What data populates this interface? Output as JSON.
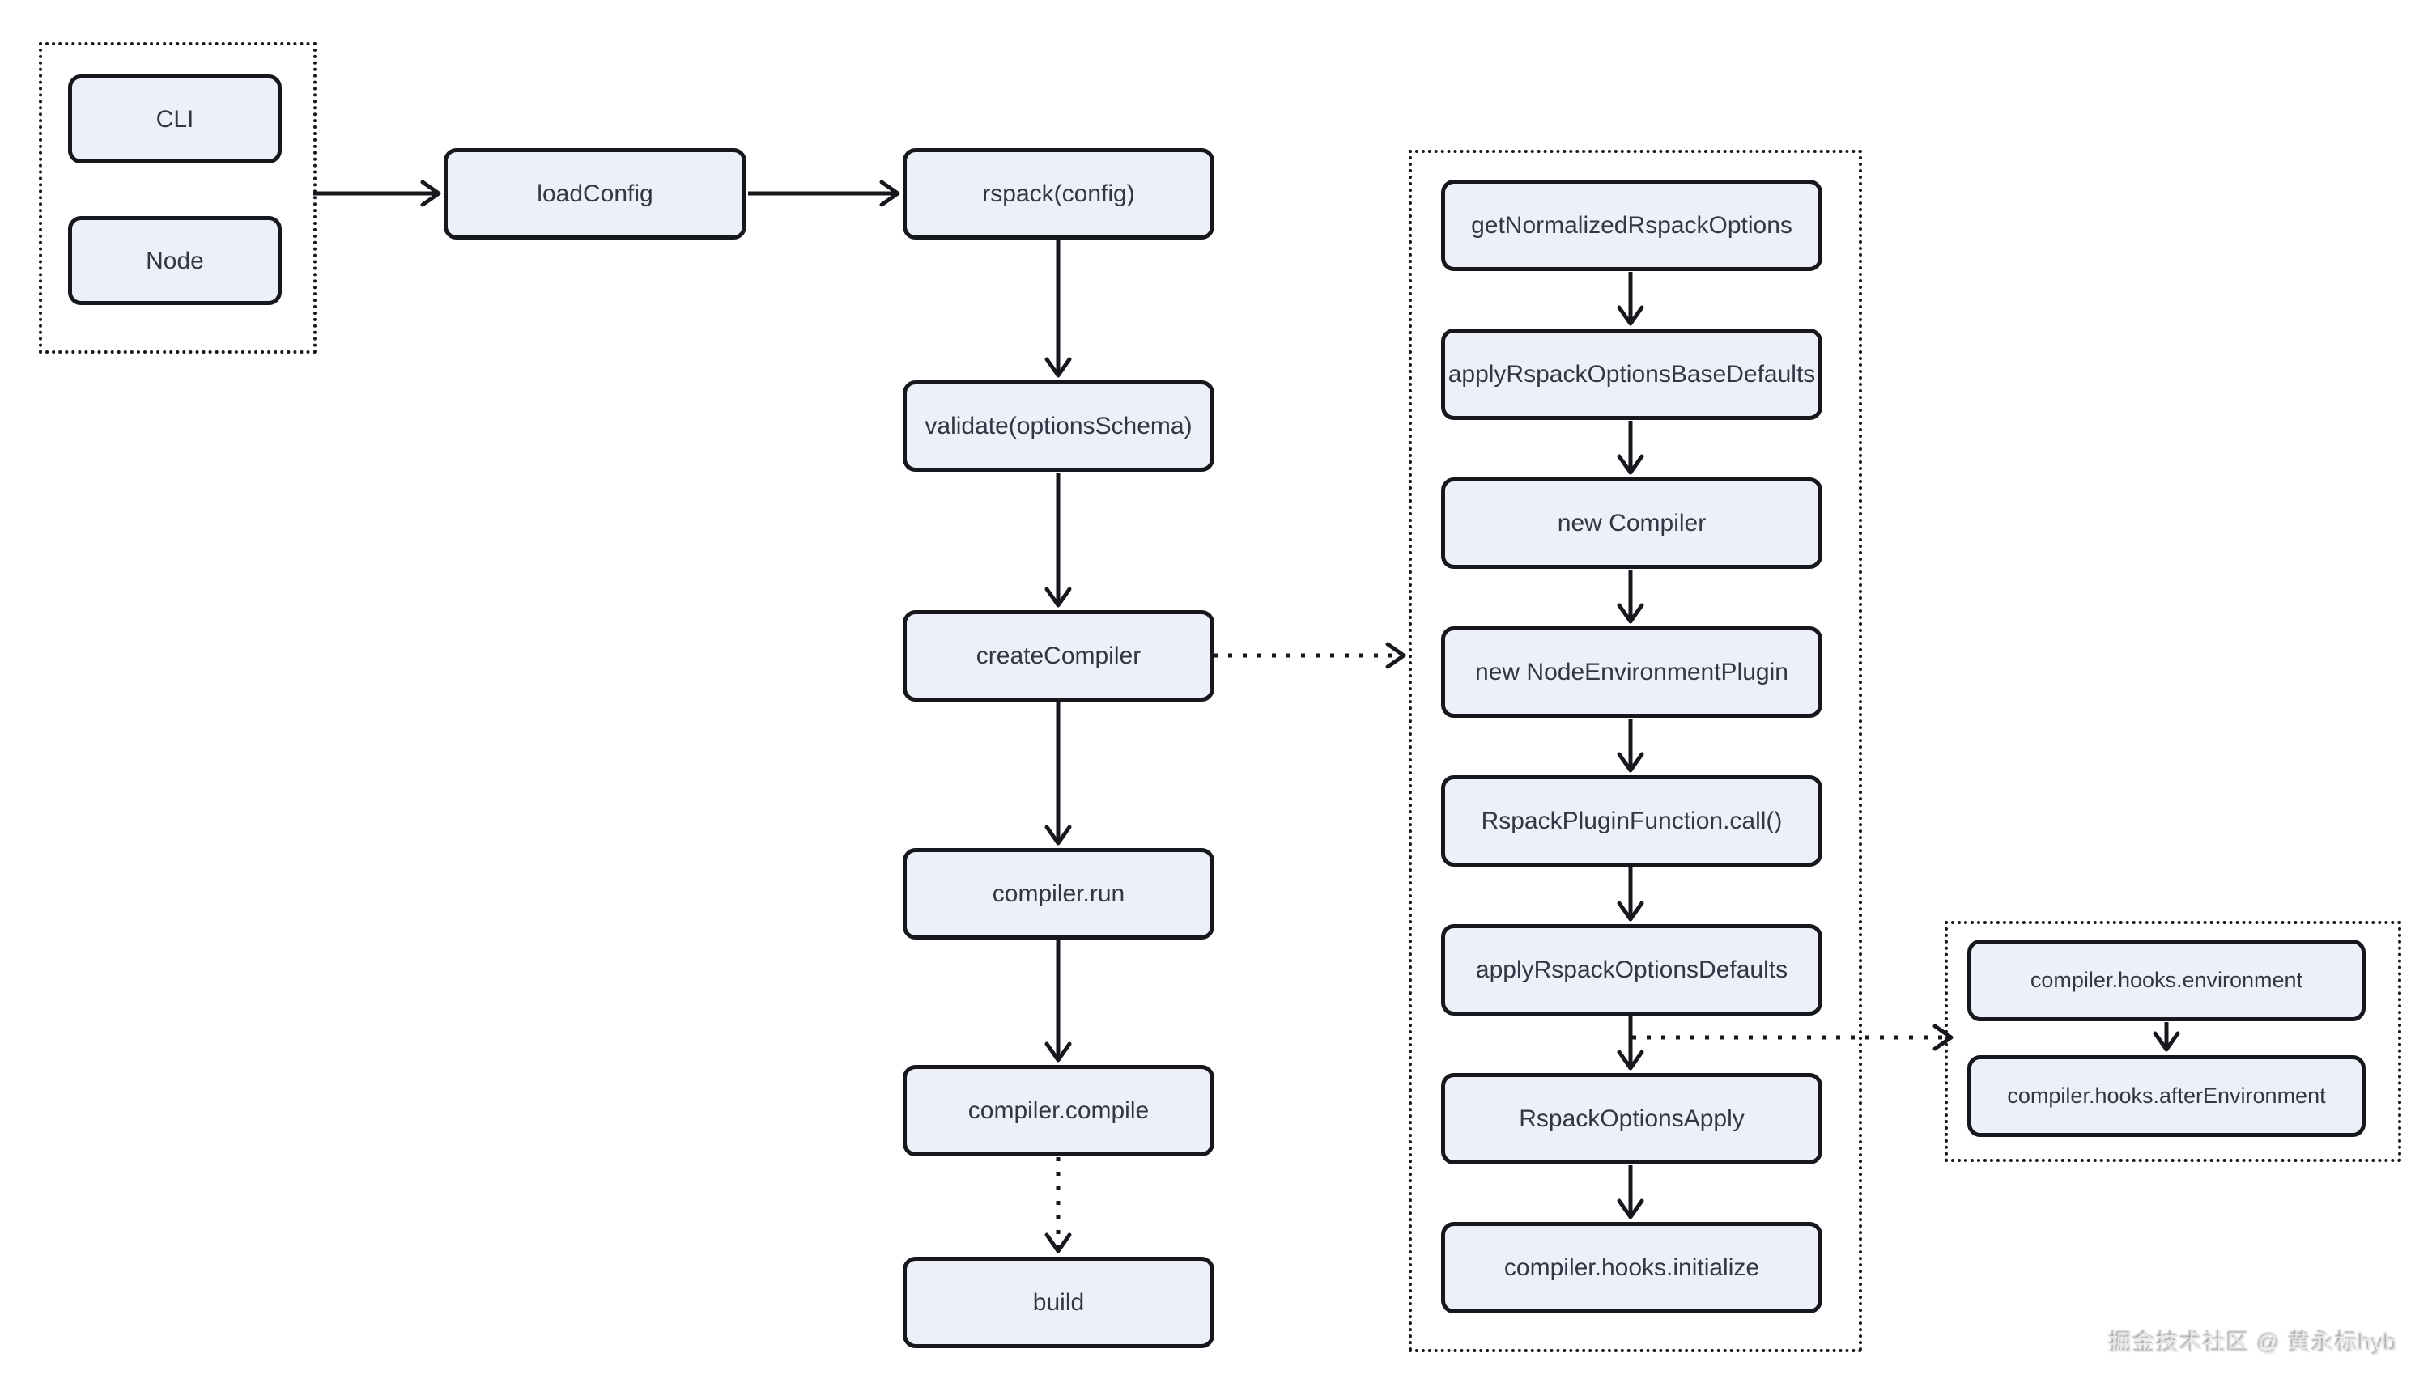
{
  "nodes": {
    "cli": "CLI",
    "node": "Node",
    "load_config": "loadConfig",
    "rspack_config": "rspack(config)",
    "validate_options_schema": "validate(optionsSchema)",
    "create_compiler": "createCompiler",
    "compiler_run": "compiler.run",
    "compiler_compile": "compiler.compile",
    "build": "build",
    "get_normalized_rspack_options": "getNormalizedRspackOptions",
    "apply_rspack_options_base_defaults": "applyRspackOptionsBaseDefaults",
    "new_compiler": "new Compiler",
    "new_node_environment_plugin": "new NodeEnvironmentPlugin",
    "rspack_plugin_function_call": "RspackPluginFunction.call()",
    "apply_rspack_options_defaults": "applyRspackOptionsDefaults",
    "rspack_options_apply": "RspackOptionsApply",
    "compiler_hooks_initialize": "compiler.hooks.initialize",
    "compiler_hooks_environment": "compiler.hooks.environment",
    "compiler_hooks_after_environment": "compiler.hooks.afterEnvironment"
  },
  "edges": [
    {
      "from": "cli-node-group",
      "to": "load_config",
      "style": "solid"
    },
    {
      "from": "load_config",
      "to": "rspack_config",
      "style": "solid"
    },
    {
      "from": "rspack_config",
      "to": "validate_options_schema",
      "style": "solid"
    },
    {
      "from": "validate_options_schema",
      "to": "create_compiler",
      "style": "solid"
    },
    {
      "from": "create_compiler",
      "to": "compiler_run",
      "style": "solid"
    },
    {
      "from": "compiler_run",
      "to": "compiler_compile",
      "style": "solid"
    },
    {
      "from": "compiler_compile",
      "to": "build",
      "style": "dotted"
    },
    {
      "from": "create_compiler",
      "to": "create-compiler-internals-group",
      "style": "dotted"
    },
    {
      "from": "get_normalized_rspack_options",
      "to": "apply_rspack_options_base_defaults",
      "style": "solid"
    },
    {
      "from": "apply_rspack_options_base_defaults",
      "to": "new_compiler",
      "style": "solid"
    },
    {
      "from": "new_compiler",
      "to": "new_node_environment_plugin",
      "style": "solid"
    },
    {
      "from": "new_node_environment_plugin",
      "to": "rspack_plugin_function_call",
      "style": "solid"
    },
    {
      "from": "rspack_plugin_function_call",
      "to": "apply_rspack_options_defaults",
      "style": "solid"
    },
    {
      "from": "apply_rspack_options_defaults",
      "to": "rspack_options_apply",
      "style": "solid"
    },
    {
      "from": "rspack_options_apply",
      "to": "compiler_hooks_initialize",
      "style": "solid"
    },
    {
      "from": "apply_rspack_options_defaults",
      "to": "environment-hooks-group",
      "style": "dotted"
    },
    {
      "from": "compiler_hooks_environment",
      "to": "compiler_hooks_after_environment",
      "style": "solid"
    }
  ],
  "watermark": {
    "text": "掘金技术社区 @ 黄永标hyb"
  },
  "colors": {
    "page_bg": "#ffffff",
    "node_fill": "#edf0f8",
    "node_border": "#16181d",
    "node_text": "#313845",
    "arrow": "#16181d",
    "watermark": "#e9e9e9"
  }
}
